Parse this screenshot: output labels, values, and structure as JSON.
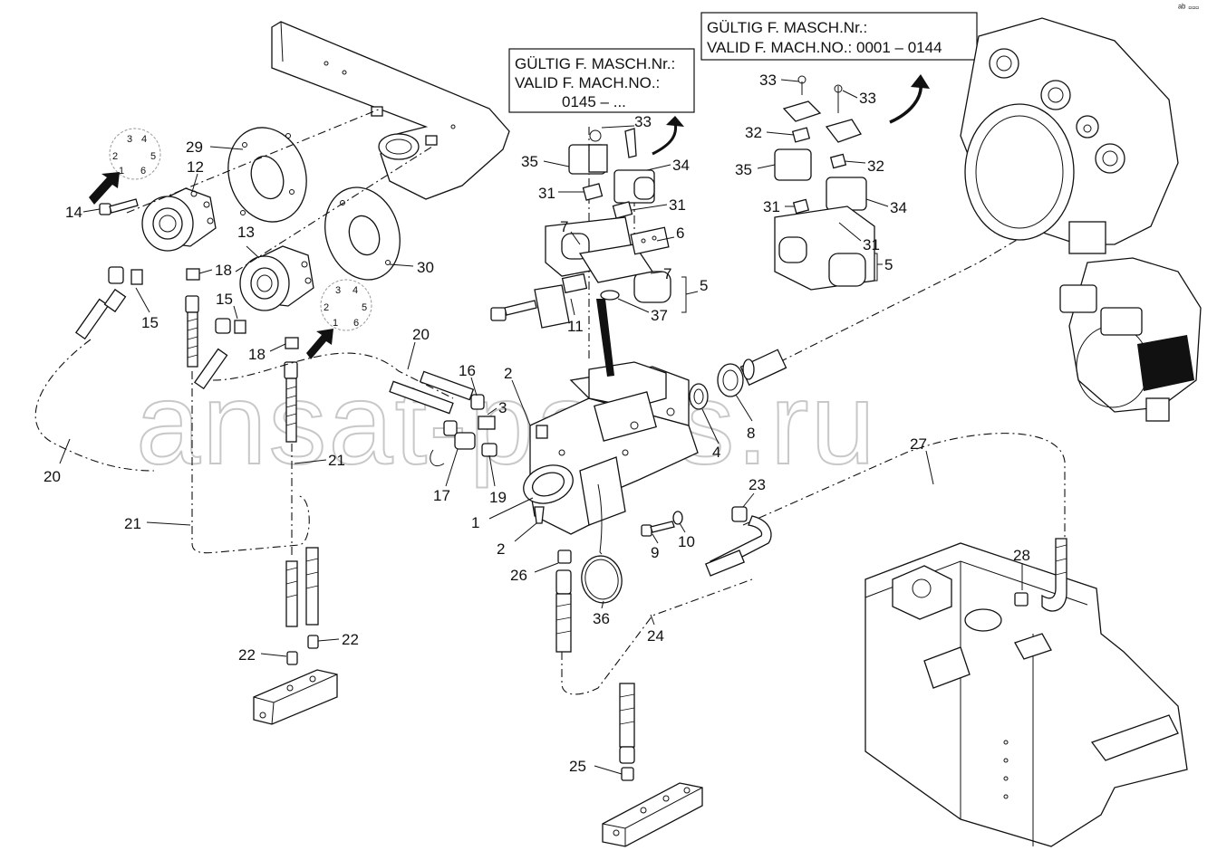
{
  "watermark": "ansat-parts.ru",
  "corner_mark": "ᵃᵇ ▫▫▫",
  "validity_boxes": [
    {
      "line1": "GÜLTIG F. MASCH.Nr.:",
      "line2": "VALID F. MACH.NO.:",
      "line3": "0145 – ..."
    },
    {
      "line1": "GÜLTIG F. MASCH.Nr.:",
      "line2": "VALID F. MACH.NO.:  0001 – 0144"
    }
  ],
  "dial_labels": {
    "upper": [
      "3",
      "4",
      "2",
      "5",
      "1",
      "6"
    ],
    "lower": [
      "3",
      "4",
      "2",
      "5",
      "1",
      "6"
    ]
  },
  "callouts": [
    "29",
    "12",
    "14",
    "15",
    "13",
    "18",
    "15",
    "18",
    "30",
    "20",
    "21",
    "20",
    "21",
    "22",
    "22",
    "16",
    "2",
    "3",
    "17",
    "19",
    "1",
    "2",
    "26",
    "36",
    "24",
    "25",
    "35",
    "31",
    "33",
    "34",
    "31",
    "7",
    "6",
    "7",
    "5",
    "11",
    "37",
    "4",
    "8",
    "23",
    "9",
    "10",
    "27",
    "28",
    "33",
    "33",
    "32",
    "35",
    "32",
    "31",
    "34",
    "31",
    "5"
  ]
}
